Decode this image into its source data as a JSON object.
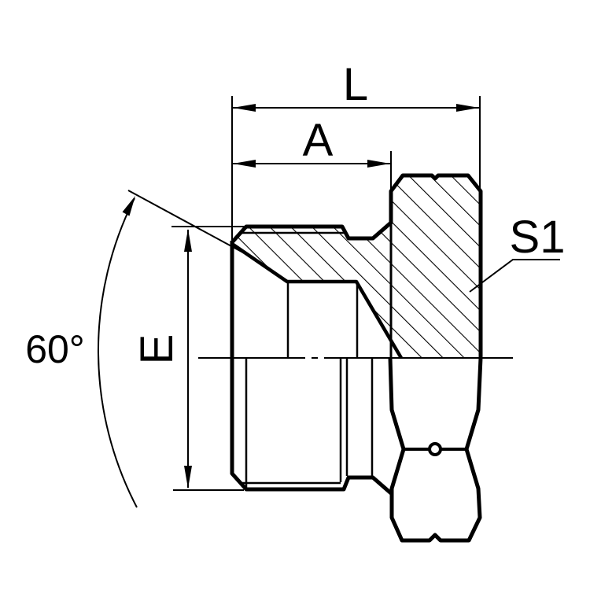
{
  "page": {
    "background": "#ffffff"
  },
  "drawing": {
    "type": "engineering-half-section-drawing",
    "part": "hex-head threaded plug fitting",
    "line_color": "#000000",
    "labels": {
      "overall_length": "L",
      "thread_length": "A",
      "thread_diameter": "E",
      "hex_across_flats": "S1",
      "cone_angle": "60°"
    }
  }
}
